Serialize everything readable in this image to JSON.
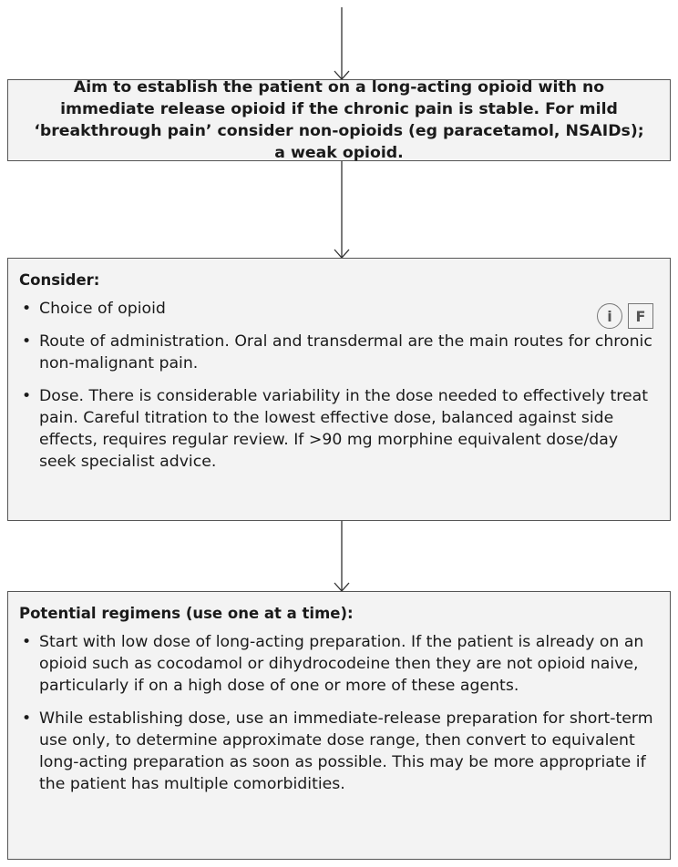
{
  "flowchart": {
    "aim_box": {
      "text": "Aim to establish the patient on a long-acting opioid with no immediate release opioid if the chronic pain is stable. For mild ‘breakthrough pain’ consider non-opioids (eg paracetamol, NSAIDs); a weak opioid."
    },
    "consider_box": {
      "heading": "Consider:",
      "items": [
        {
          "text": "Choice of opioid"
        },
        {
          "text": "Route of administration. Oral and transdermal are the main routes for chronic non-malignant pain."
        },
        {
          "text": "Dose. There is considerable variability in the dose needed to effectively treat pain. Careful titration to the lowest effective dose, balanced against side effects, requires regular review. If >90 mg morphine equivalent dose/day seek specialist advice."
        }
      ],
      "icons": {
        "info_label": "i",
        "f_label": "F"
      }
    },
    "regimens_box": {
      "heading": "Potential regimens (use one at a time):",
      "items": [
        {
          "text": "Start with low dose of long-acting preparation. If the patient is already on an opioid such as cocodamol or dihydrocodeine then they are not opioid naive, particularly if on a high dose of one or more of these agents."
        },
        {
          "text": "While establishing dose, use an immediate-release preparation for short-term use only, to determine approximate dose range, then convert to equivalent long-acting preparation as soon as possible. This may be more appropriate if the patient has multiple comorbidities."
        }
      ]
    }
  },
  "colors": {
    "box_fill": "#f3f3f3",
    "box_border": "#555555",
    "arrow": "#333333",
    "text": "#1a1a1a"
  }
}
